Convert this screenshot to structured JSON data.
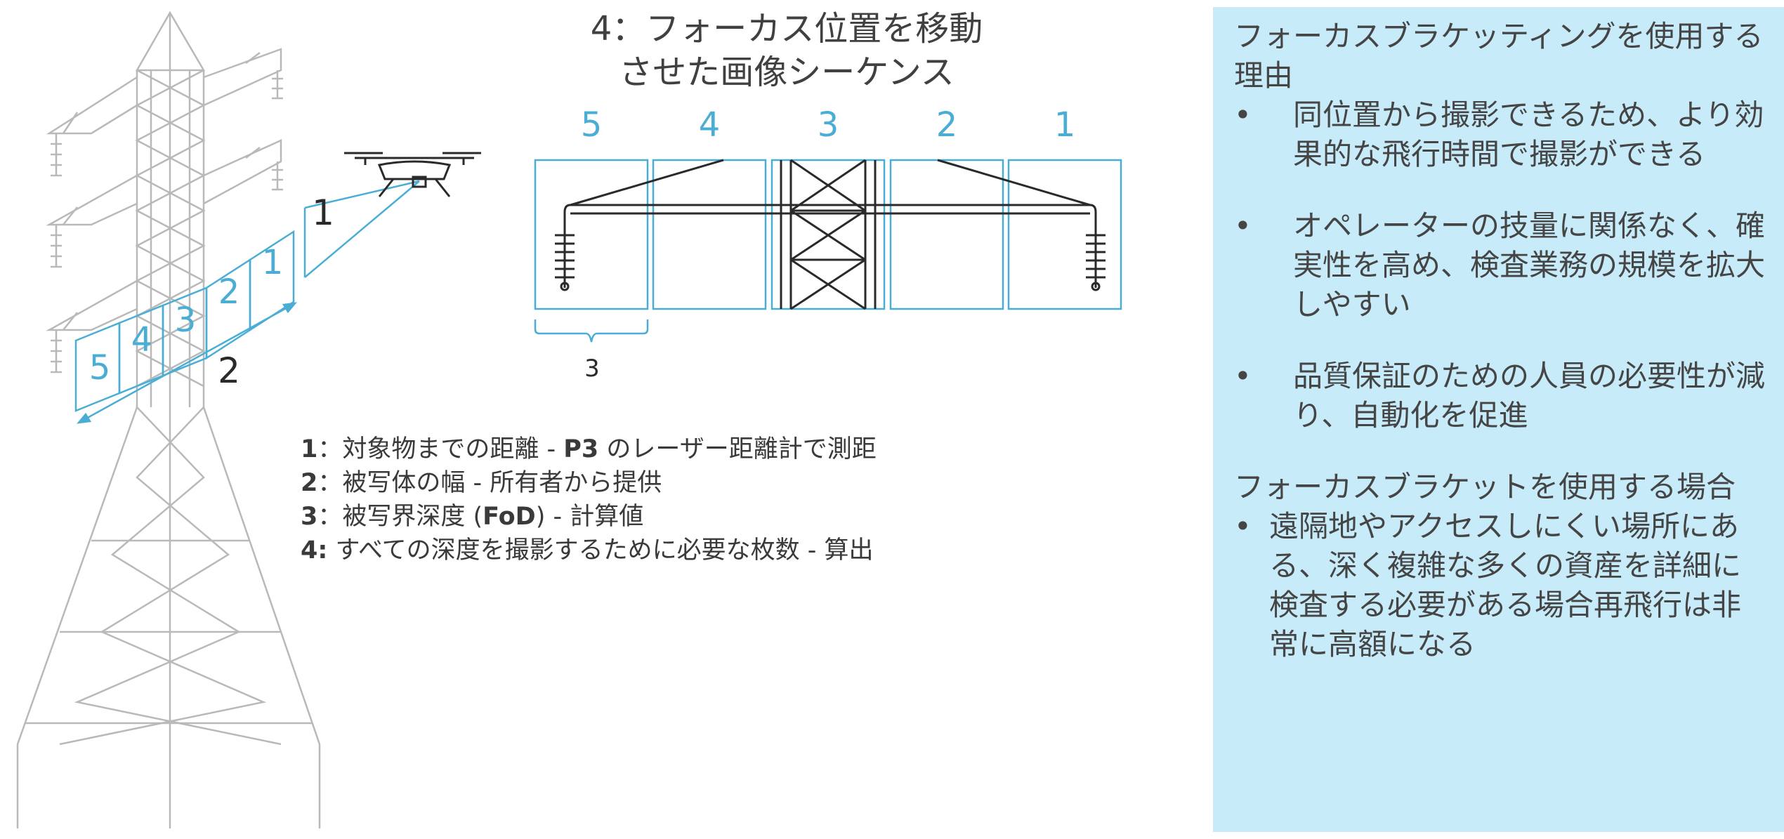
{
  "sequence": {
    "title_line1": "4：フォーカス位置を移動",
    "title_line2": "させた画像シーケンス",
    "frame_labels": [
      "5",
      "4",
      "3",
      "2",
      "1"
    ],
    "fod_label": "3"
  },
  "tower_labels": {
    "distance": "1",
    "width": "2",
    "frames": [
      "5",
      "4",
      "3",
      "2",
      "1"
    ]
  },
  "legend": [
    {
      "key": "1",
      "text": "：対象物までの距離 - ",
      "bold": "P3",
      "rest": " のレーザー距離計で測距"
    },
    {
      "key": "2",
      "text": "：被写体の幅 - 所有者から提供",
      "bold": "",
      "rest": ""
    },
    {
      "key": "3",
      "text": "：被写界深度 (",
      "bold": "FoD",
      "rest": ") - 計算値"
    },
    {
      "key": "4:",
      "text": " すべての深度を撮影するために必要な枚数 - 算出",
      "bold": "",
      "rest": ""
    }
  ],
  "sidebar": {
    "reasons_title": "フォーカスブラケッティングを使用する理由",
    "reasons": [
      "同位置から撮影できるため、より効果的な飛行時間で撮影ができる",
      "オペレーターの技量に関係なく、確実性を高め、検査業務の規模を拡大しやすい",
      "品質保証のための人員の必要性が減り、自動化を促進"
    ],
    "cases_title": "フォーカスブラケットを使用する場合",
    "cases": [
      "遠隔地やアクセスしにくい場所にある、深く複雑な多くの資産を詳細に検査する必要がある場合再飛行は非常に高額になる"
    ],
    "bullet": "•"
  },
  "colors": {
    "accent": "#4aaed4",
    "panel_bg": "#c7ebf8",
    "tower": "#b8b8b8",
    "ink": "#2a2a2a"
  }
}
